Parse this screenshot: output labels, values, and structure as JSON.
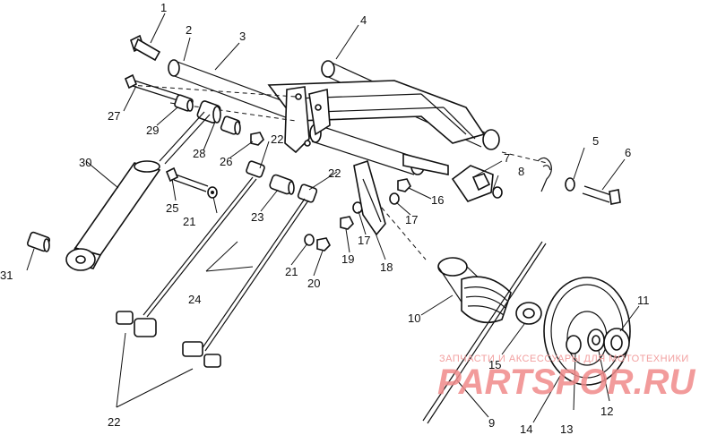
{
  "callouts": [
    "1",
    "2",
    "3",
    "4",
    "5",
    "6",
    "7",
    "8",
    "9",
    "10",
    "11",
    "12",
    "13",
    "14",
    "15",
    "16",
    "17",
    "17",
    "18",
    "19",
    "20",
    "21",
    "21",
    "22",
    "22",
    "22",
    "23",
    "24",
    "25",
    "26",
    "27",
    "28",
    "29",
    "30",
    "31"
  ],
  "watermark": {
    "top_text": "ЗАПЧАСТИ И АКСЕССУАРЫ ДЛЯ МОТОТЕХНИКИ",
    "logo_text": "PARTSPOR.RU",
    "color": "#f08a8a"
  }
}
